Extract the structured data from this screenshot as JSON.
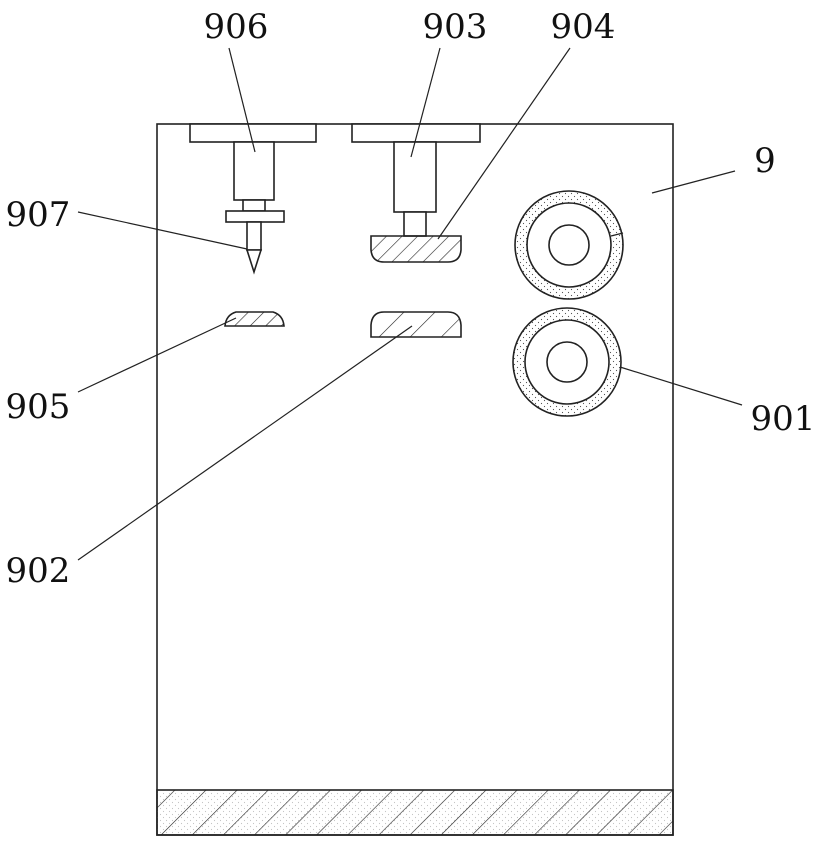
{
  "labels": {
    "l9": "9",
    "l901": "901",
    "l902": "902",
    "l903": "903",
    "l904": "904",
    "l905": "905",
    "l906": "906",
    "l907": "907"
  }
}
